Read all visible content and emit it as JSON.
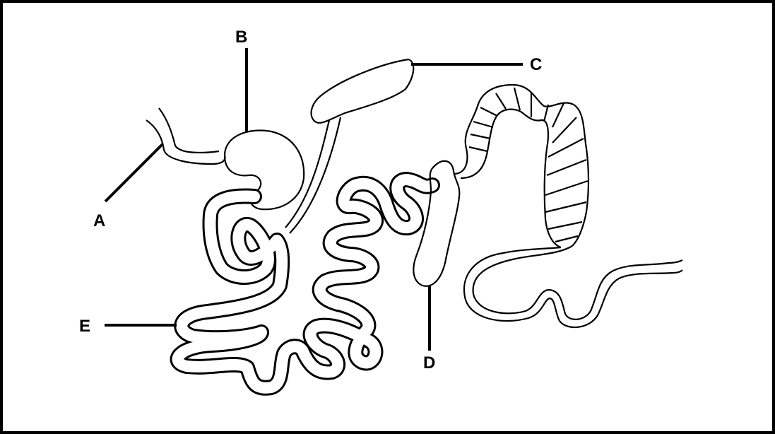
{
  "diagram": {
    "labels": {
      "a": "A",
      "b": "B",
      "c": "C",
      "d": "D",
      "e": "E"
    },
    "colors": {
      "ink": "#000000",
      "background": "#ffffff",
      "frame": "#000000"
    }
  }
}
